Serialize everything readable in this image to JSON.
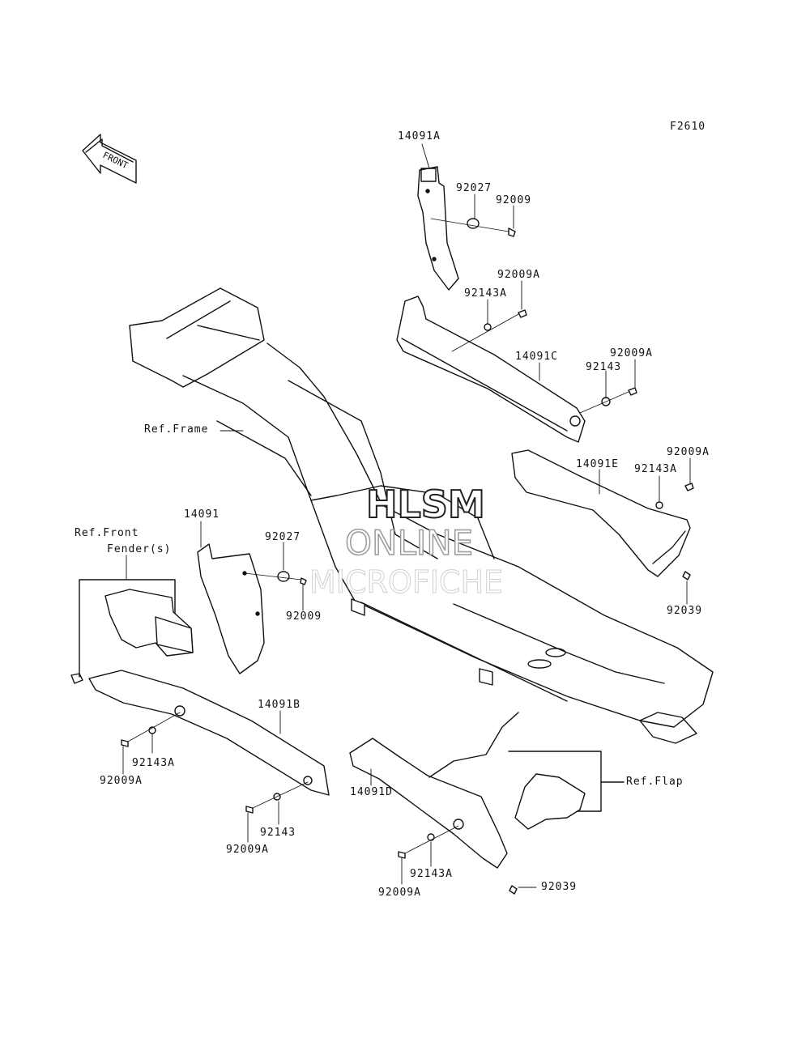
{
  "figure_code": "F2610",
  "front_arrow_label": "FRONT",
  "watermark": {
    "line1": "HLSM",
    "line2": "ONLINE",
    "line3": "MICROFICHE"
  },
  "labels": {
    "p14091A": "14091A",
    "p92027_top": "92027",
    "p92009_top": "92009",
    "p92009A_1": "92009A",
    "p92143A_1": "92143A",
    "p14091C": "14091C",
    "p92009A_2": "92009A",
    "p92143_1": "92143",
    "ref_frame": "Ref.Frame",
    "p14091E": "14091E",
    "p92009A_3": "92009A",
    "p92143A_2": "92143A",
    "p14091": "14091",
    "p92027_mid": "92027",
    "p92009_mid": "92009",
    "ref_front_fender_1": "Ref.Front",
    "ref_front_fender_2": "Fender(s)",
    "p92039_right": "92039",
    "p14091B": "14091B",
    "p92143A_3": "92143A",
    "p92009A_4": "92009A",
    "p92143_2": "92143",
    "p92009A_5": "92009A",
    "p14091D": "14091D",
    "ref_flap": "Ref.Flap",
    "p92143A_4": "92143A",
    "p92009A_6": "92009A",
    "p92039_bottom": "92039"
  },
  "colors": {
    "line": "#111111",
    "background": "#ffffff"
  }
}
